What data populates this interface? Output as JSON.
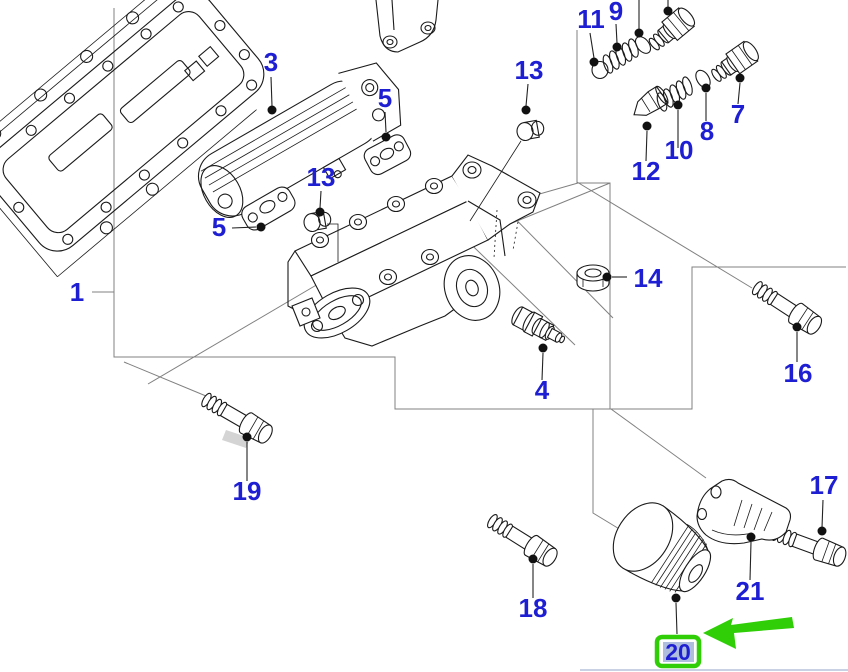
{
  "diagram": {
    "callouts": [
      {
        "id": "engine-block",
        "label": "1"
      },
      {
        "id": "oil-cooler",
        "label": "3"
      },
      {
        "id": "gasket-upper",
        "label": "5"
      },
      {
        "id": "gasket-lower",
        "label": "5"
      },
      {
        "id": "plug-mid",
        "label": "13"
      },
      {
        "id": "plug-top",
        "label": "13"
      },
      {
        "id": "oring-11",
        "label": "11"
      },
      {
        "id": "spring-9",
        "label": "9"
      },
      {
        "id": "poppet-12",
        "label": "12"
      },
      {
        "id": "spring-10",
        "label": "10"
      },
      {
        "id": "oring-8",
        "label": "8"
      },
      {
        "id": "relief-plug-7",
        "label": "7"
      },
      {
        "id": "fitting-4",
        "label": "4"
      },
      {
        "id": "hex-plug-14",
        "label": "14"
      },
      {
        "id": "bolt-16",
        "label": "16"
      },
      {
        "id": "bolt-17",
        "label": "17"
      },
      {
        "id": "bolt-18",
        "label": "18"
      },
      {
        "id": "bolt-19",
        "label": "19"
      },
      {
        "id": "bracket-21",
        "label": "21"
      },
      {
        "id": "oil-filter-20",
        "label": "20"
      }
    ],
    "highlight": {
      "target_label": "20",
      "box_color": "#2fce06",
      "arrow_color": "#2fce06",
      "selection_fill": "#b0bedd"
    },
    "colors": {
      "callout_text": "#1e1ed2",
      "part_line": "#1a1a1a",
      "frame_line": "#808080",
      "leader_line": "#222222"
    }
  }
}
